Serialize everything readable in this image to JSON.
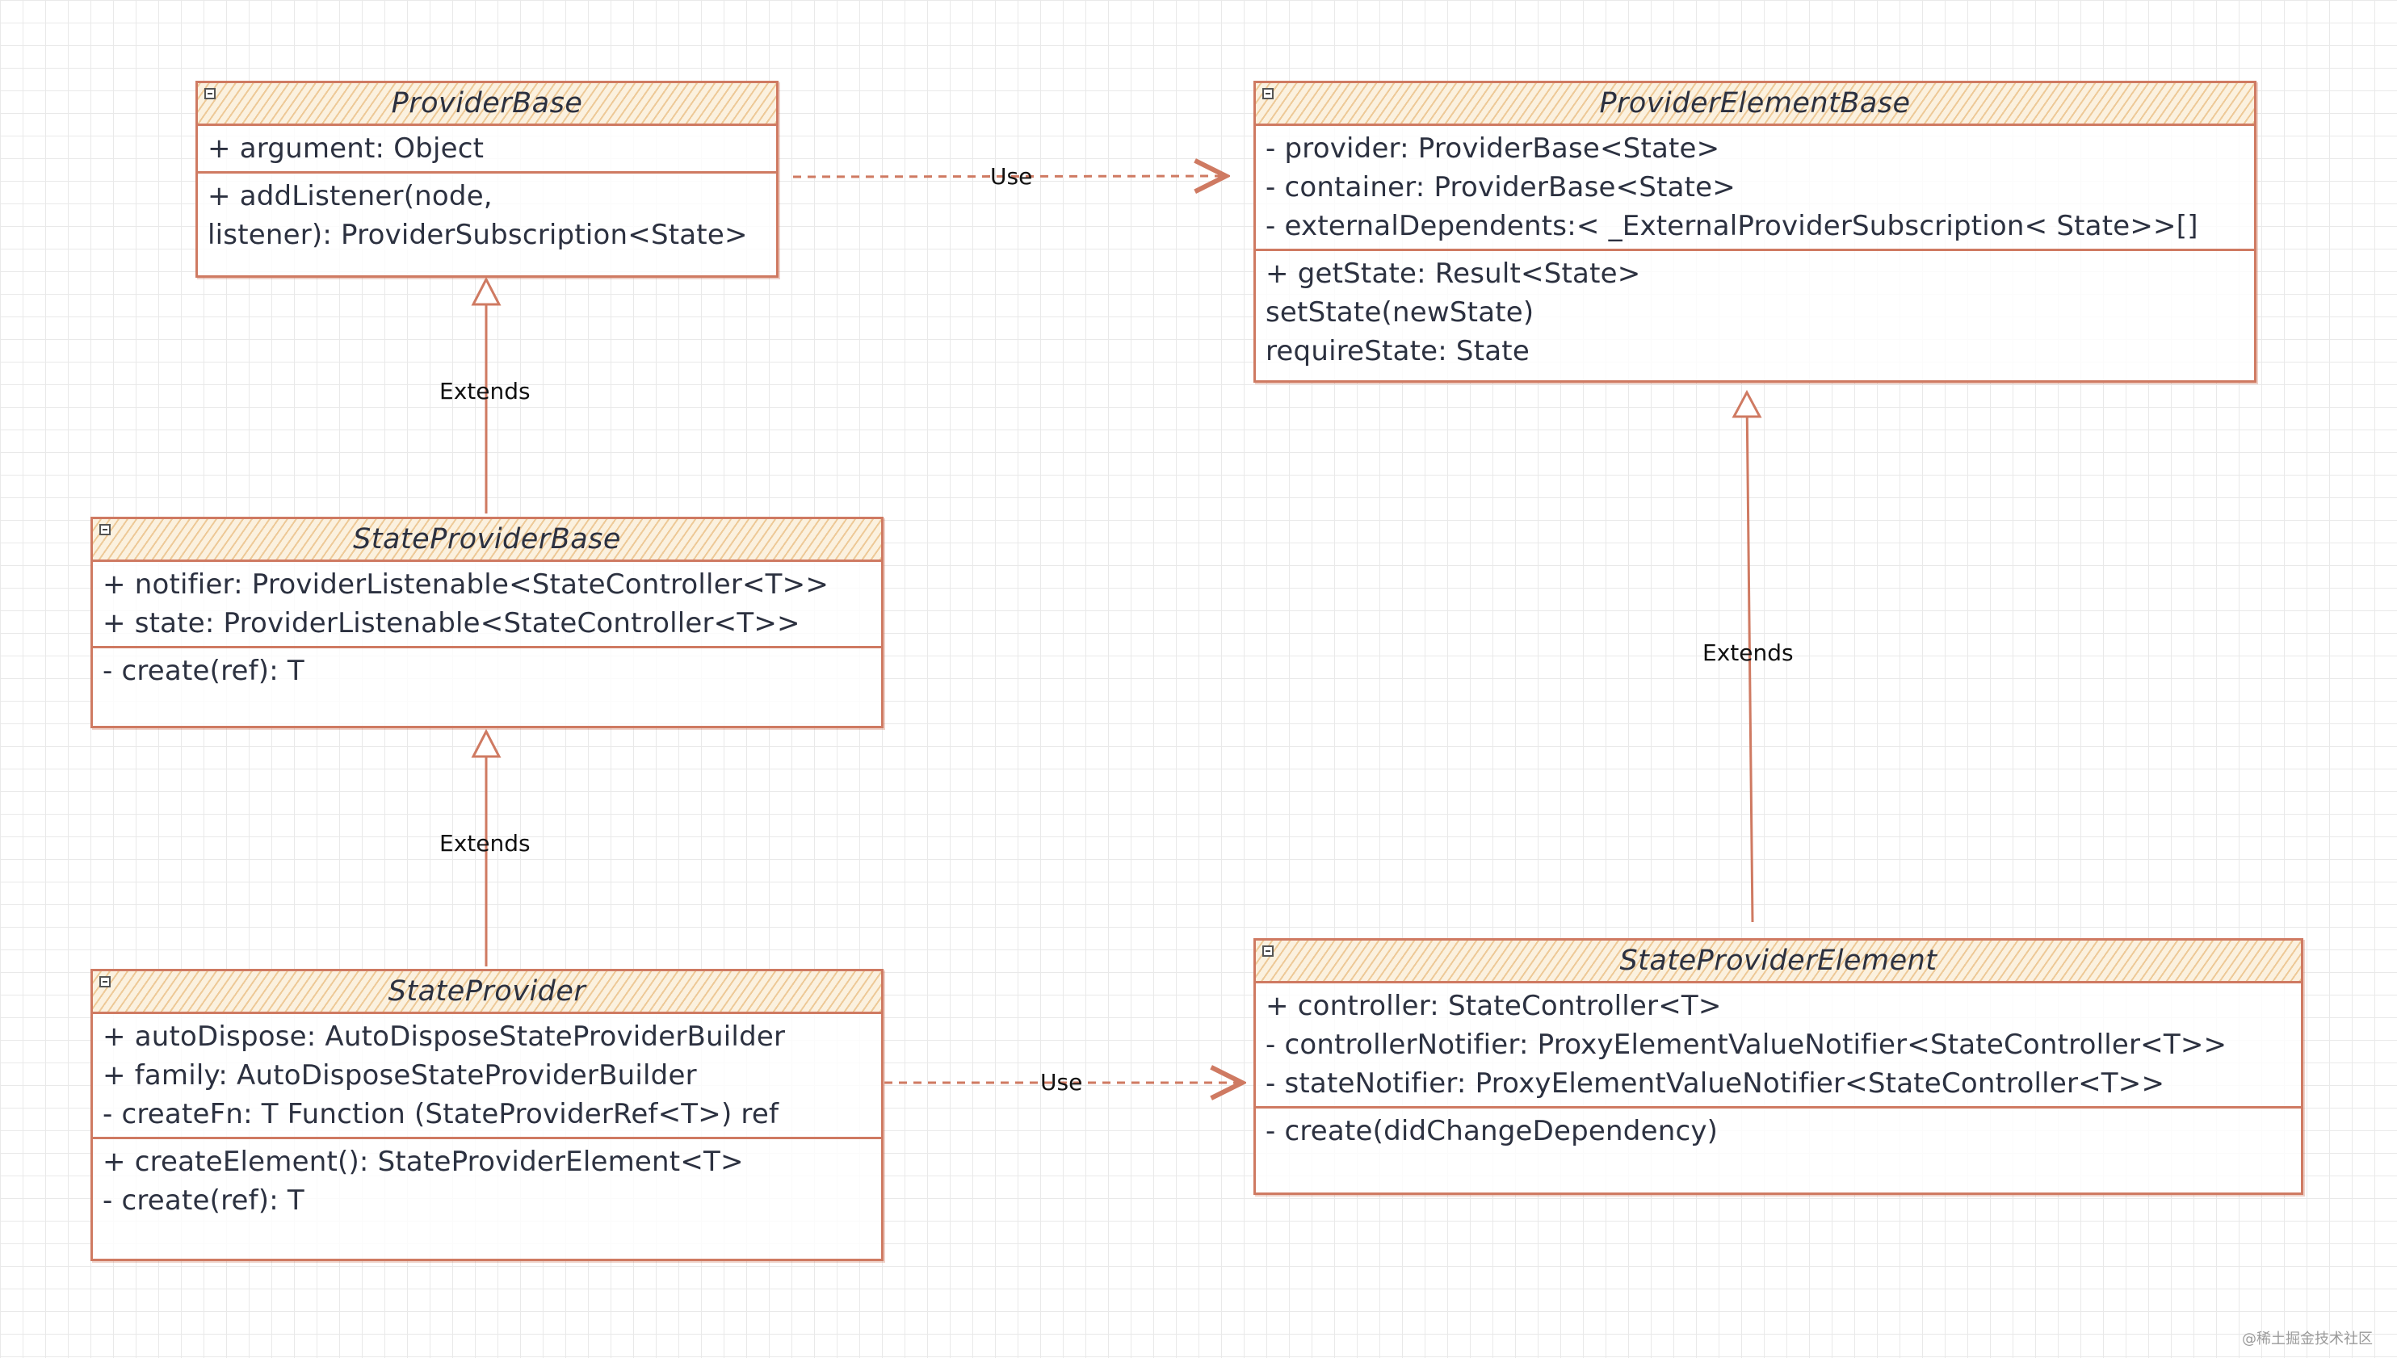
{
  "classes": {
    "provider_base": {
      "name": "ProviderBase",
      "attributes": [
        "+ argument: Object"
      ],
      "methods": [
        "+ addListener(node,",
        "listener): ProviderSubscription<State>"
      ]
    },
    "provider_element_base": {
      "name": "ProviderElementBase",
      "attributes": [
        "- provider: ProviderBase<State>",
        "- container: ProviderBase<State>",
        "- externalDependents:< _ExternalProviderSubscription< State>>[]"
      ],
      "methods": [
        "+ getState: Result<State>",
        "setState(newState)",
        "requireState: State"
      ]
    },
    "state_provider_base": {
      "name": "StateProviderBase",
      "attributes": [
        "+ notifier: ProviderListenable<StateController<T>>",
        "+ state: ProviderListenable<StateController<T>>"
      ],
      "methods": [
        "- create(ref): T"
      ]
    },
    "state_provider": {
      "name": "StateProvider",
      "attributes": [
        "+ autoDispose: AutoDisposeStateProviderBuilder",
        "+ family: AutoDisposeStateProviderBuilder",
        "- createFn: T Function (StateProviderRef<T>) ref"
      ],
      "methods": [
        "+ createElement(): StateProviderElement<T>",
        "- create(ref): T"
      ]
    },
    "state_provider_element": {
      "name": "StateProviderElement",
      "attributes": [
        "+ controller: StateController<T>",
        "- controllerNotifier: ProxyElementValueNotifier<StateController<T>>",
        "- stateNotifier: ProxyElementValueNotifier<StateController<T>>"
      ],
      "methods": [
        "- create(didChangeDependency)"
      ]
    }
  },
  "relations": {
    "provider_base_uses_element_base": "Use",
    "state_provider_base_extends_provider_base": "Extends",
    "state_provider_extends_state_provider_base": "Extends",
    "state_provider_element_extends_element_base": "Extends",
    "state_provider_uses_element": "Use"
  },
  "watermark": "@稀土掘金技术社区",
  "colors": {
    "stroke": "#cf7a62",
    "header_hatch": "#e2a85c",
    "text": "#2c3140",
    "grid": "#e9e9e9"
  }
}
